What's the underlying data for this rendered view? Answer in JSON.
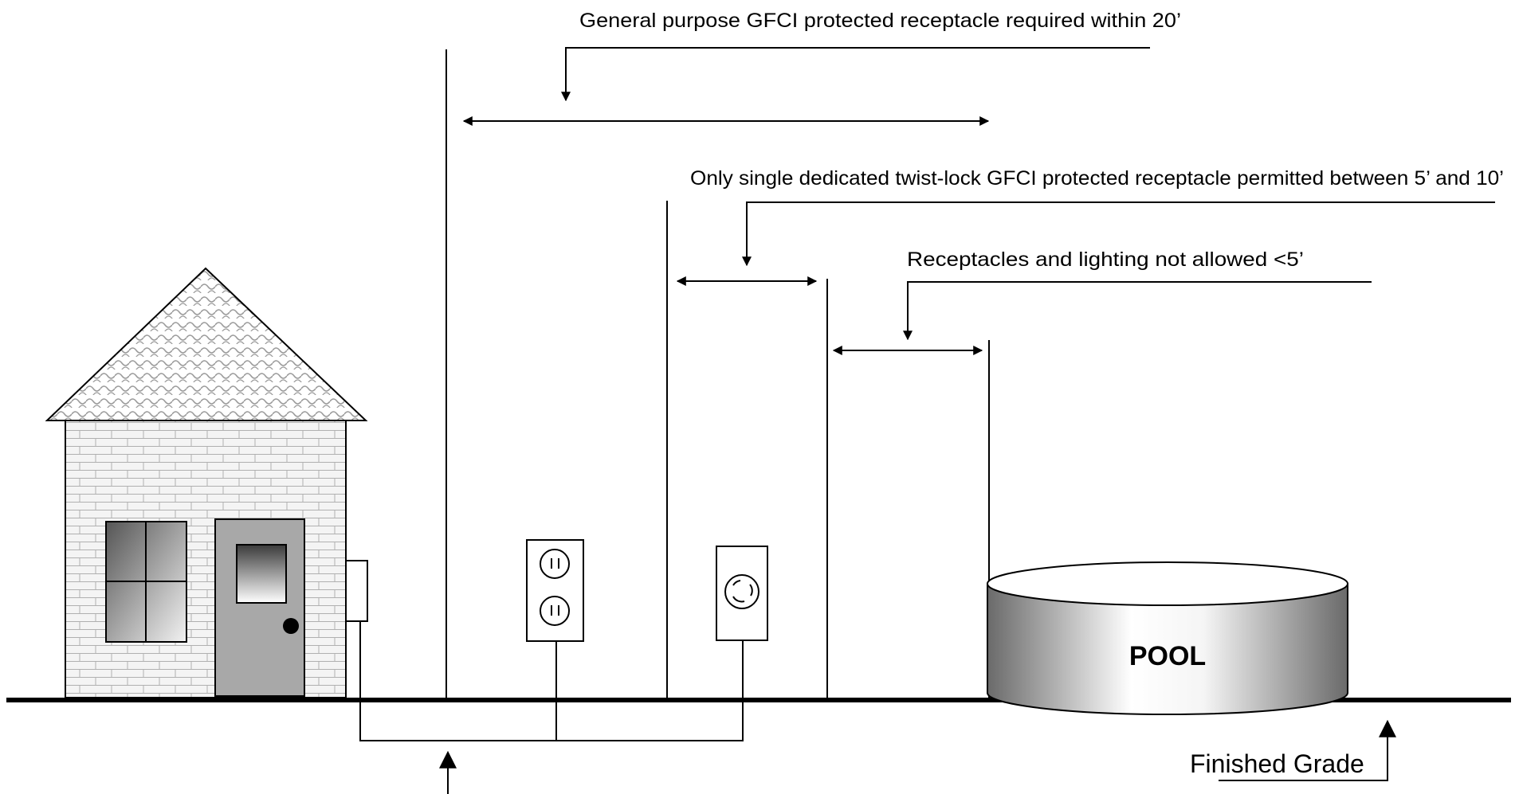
{
  "labels": {
    "general_purpose": "General purpose GFCI protected receptacle required within 20’",
    "twist_lock": "Only single dedicated twist-lock GFCI protected receptacle permitted between 5’ and 10’",
    "not_allowed": "Receptacles and lighting not allowed <5’",
    "pool": "POOL",
    "finished_grade": "Finished Grade"
  }
}
